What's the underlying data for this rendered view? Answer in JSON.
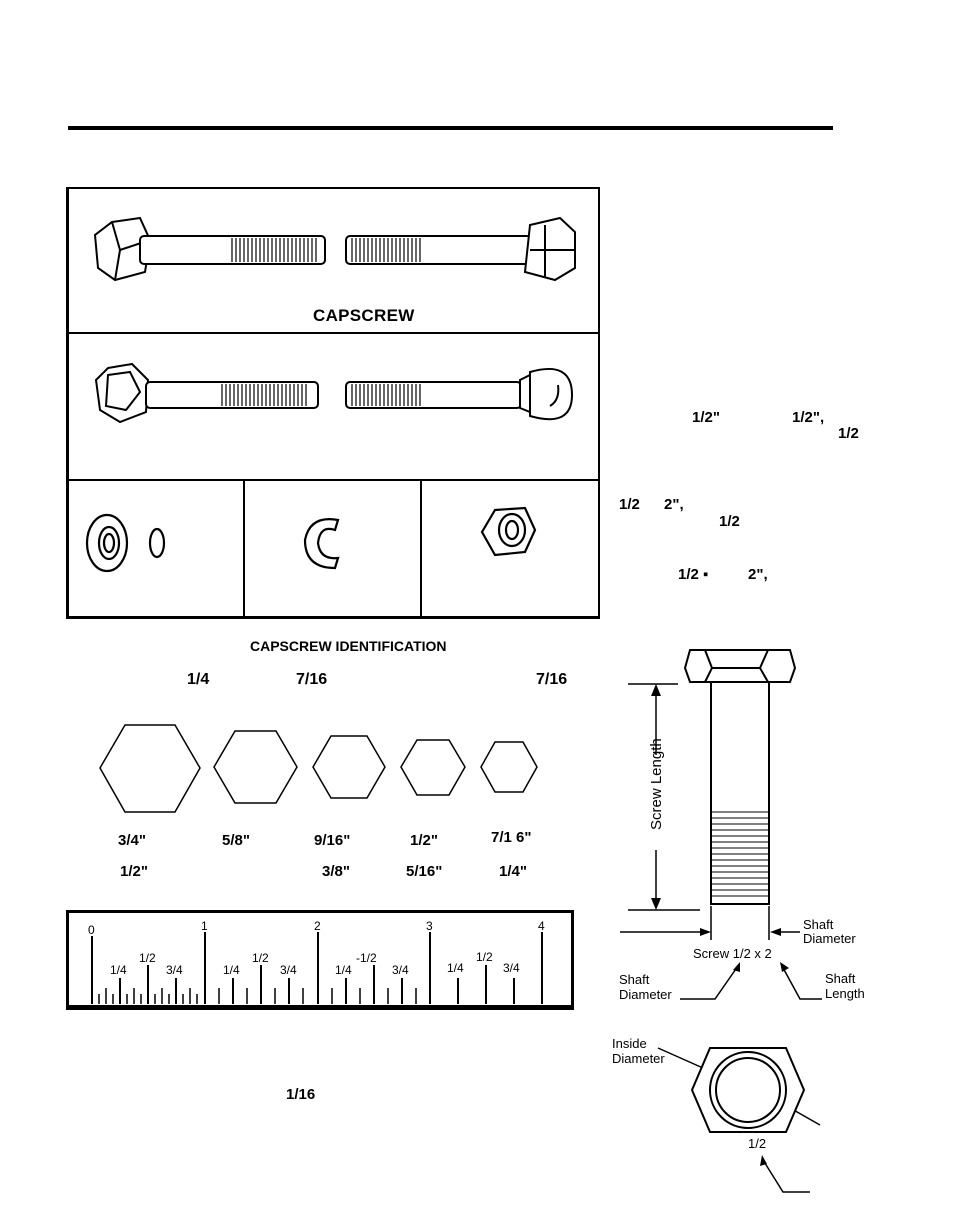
{
  "header": {},
  "panel": {
    "capscrew_label": "CAPSCREW"
  },
  "right_text": {
    "frac_a": "1/2\"",
    "frac_b": "1/2\",",
    "frac_c": "1/2",
    "frac_d": "1/2",
    "frac_e": "2\",",
    "frac_f": "1/2",
    "frac_g": "1/2 ▪",
    "frac_h": "2\","
  },
  "identification": {
    "title": "CAPSCREW IDENTIFICATION",
    "top_fracs": [
      "1/4",
      "7/16",
      "7/16"
    ],
    "hex_heads": [
      {
        "size_top": "3/4\"",
        "size_bottom": "1/2\""
      },
      {
        "size_top": "5/8\"",
        "size_bottom": ""
      },
      {
        "size_top": "9/16\"",
        "size_bottom": "3/8\""
      },
      {
        "size_top": "1/2\"",
        "size_bottom": "5/16\""
      },
      {
        "size_top": "7/1 6\"",
        "size_bottom": "1/4\""
      }
    ]
  },
  "ruler": {
    "inches": [
      "0",
      "1",
      "2",
      "3",
      "4"
    ],
    "sub_labels": [
      "1/4",
      "1/2",
      "3/4"
    ],
    "sub_label_alt": "-1/2"
  },
  "bottom_text": {
    "frac": "1/16"
  },
  "screw_diagram": {
    "length_label": "Screw Length",
    "shaft_diameter_right": [
      "Shaft",
      "Diameter"
    ],
    "screw_size": "Screw 1/2 x 2",
    "shaft_diameter_left": [
      "Shaft",
      "Diameter"
    ],
    "shaft_length": [
      "Shaft",
      "Length"
    ]
  },
  "nut_diagram": {
    "inside_diameter": [
      "Inside",
      "Diameter"
    ],
    "size": "1/2"
  }
}
